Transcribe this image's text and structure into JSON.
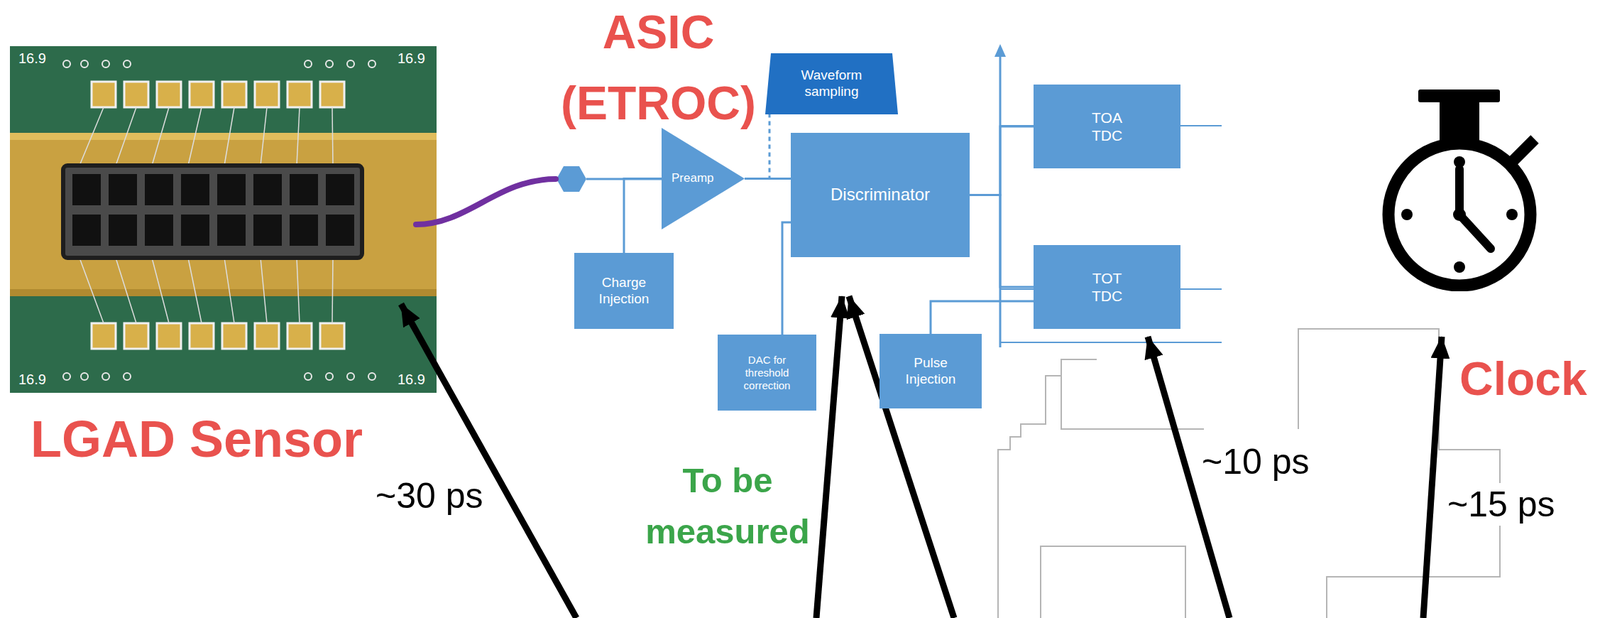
{
  "diagram": {
    "nodes": [
      {
        "text": [
          "LGAD Sensor"
        ]
      },
      {
        "text": [
          "Waveform sampling"
        ]
      },
      {
        "text": [
          "Preamp"
        ]
      },
      {
        "text": [
          "Charge Injection"
        ]
      },
      {
        "text": [
          "Discriminator"
        ]
      },
      {
        "text": [
          "DAC for threshold correction"
        ]
      },
      {
        "text": [
          "Pulse Injection"
        ]
      },
      {
        "text": [
          "TOA TDC"
        ]
      },
      {
        "text": [
          "TOT TDC"
        ]
      },
      {
        "text": [
          "Clock"
        ]
      }
    ],
    "edges": [
      {
        "from": 3,
        "to": 2,
        "arrow": "none"
      },
      {
        "from": 2,
        "to": 4,
        "arrow": "none"
      },
      {
        "from": 2,
        "to": 1,
        "arrow": "none"
      },
      {
        "from": 5,
        "to": 4,
        "arrow": "none"
      },
      {
        "from": 4,
        "to": 7,
        "arrow": "none"
      },
      {
        "from": 4,
        "to": 8,
        "arrow": "none"
      },
      {
        "from": 6,
        "to": 8,
        "arrow": "none"
      }
    ],
    "labels": [
      "16.9",
      "16.9",
      "16.9",
      "16.9",
      "ASIC (ETROC)",
      "~30 ps",
      "To be measured",
      "~10 ps",
      "~15 ps"
    ]
  }
}
